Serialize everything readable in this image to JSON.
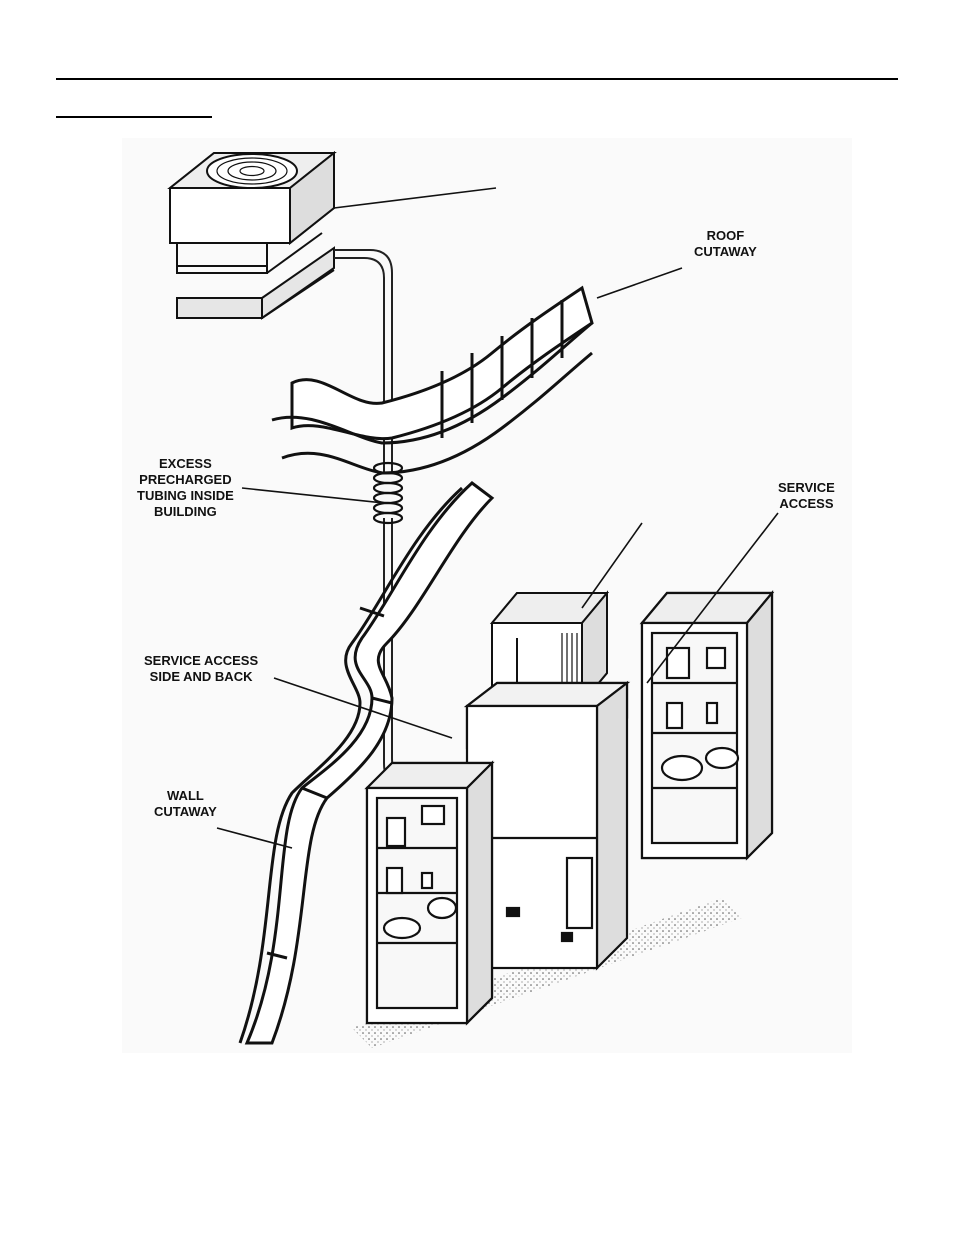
{
  "labels": {
    "roof_cutaway": [
      "ROOF",
      "CUTAWAY"
    ],
    "excess_tubing": [
      "EXCESS",
      "PRECHARGED",
      "TUBING INSIDE",
      "BUILDING"
    ],
    "service_access_right": [
      "SERVICE",
      "ACCESS"
    ],
    "service_access_side": [
      "SERVICE ACCESS",
      "SIDE  AND BACK"
    ],
    "wall_cutaway": [
      "WALL",
      "CUTAWAY"
    ]
  }
}
